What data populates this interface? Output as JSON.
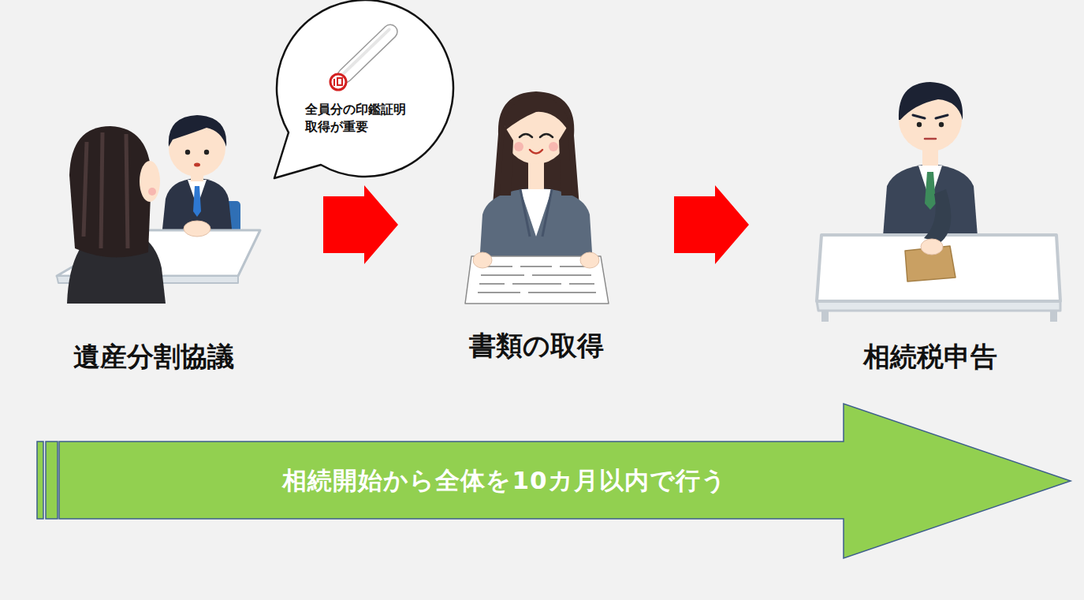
{
  "diagram": {
    "nodes": [
      {
        "text": [
          "遺産分割協議"
        ]
      },
      {
        "text": [
          "全員分の印鑑証明 取得が重要"
        ]
      },
      {
        "text": [
          "書類の取得"
        ]
      },
      {
        "text": [
          "相続税申告"
        ]
      },
      {
        "text": [
          "相続開始から全体を10カ月以内で行う"
        ]
      }
    ],
    "edges": [
      {
        "from": 0,
        "to": 2,
        "arrow": "to"
      },
      {
        "from": 2,
        "to": 3,
        "arrow": "to"
      }
    ]
  }
}
